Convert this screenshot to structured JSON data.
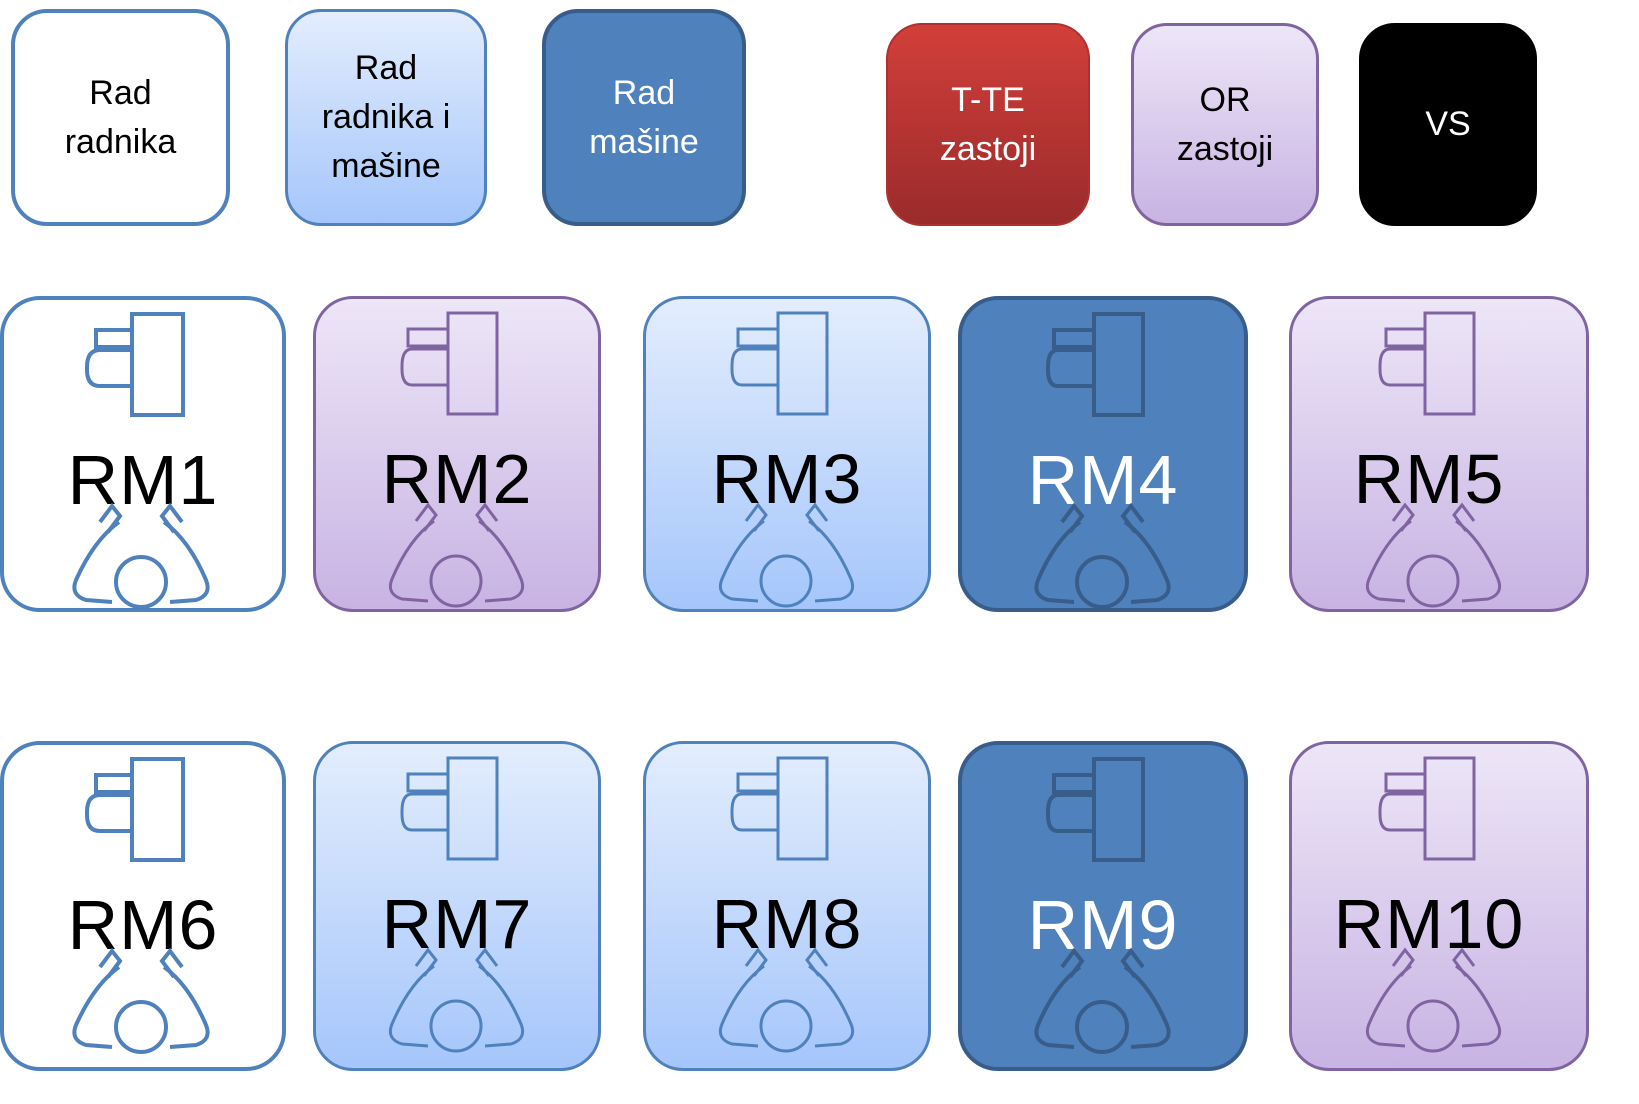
{
  "legend": [
    {
      "text": "Rad\nradnika",
      "style": "white"
    },
    {
      "text": "Rad\nradnika i\nmašine",
      "style": "light-blue"
    },
    {
      "text": "Rad\nmašine",
      "style": "dark-blue"
    },
    {
      "text": "T-TE\nzastoji",
      "style": "red"
    },
    {
      "text": "OR\nzastoji",
      "style": "purple"
    },
    {
      "text": "VS",
      "style": "black"
    }
  ],
  "stations": [
    {
      "label": "RM1",
      "style": "white"
    },
    {
      "label": "RM2",
      "style": "purple"
    },
    {
      "label": "RM3",
      "style": "light-blue"
    },
    {
      "label": "RM4",
      "style": "dark-blue"
    },
    {
      "label": "RM5",
      "style": "purple"
    },
    {
      "label": "RM6",
      "style": "white"
    },
    {
      "label": "RM7",
      "style": "light-blue"
    },
    {
      "label": "RM8",
      "style": "light-blue"
    },
    {
      "label": "RM9",
      "style": "dark-blue"
    },
    {
      "label": "RM10",
      "style": "purple"
    }
  ],
  "colors": {
    "white": "#ffffff",
    "light_blue": "#c6dbfc",
    "dark_blue": "#4f81bd",
    "red": "#c0392b",
    "purple": "#dcd0ee",
    "black": "#000000",
    "outline_blue": "#4f81bd",
    "outline_purple": "#8064a2"
  },
  "icons": [
    "machine-icon",
    "worker-icon"
  ]
}
